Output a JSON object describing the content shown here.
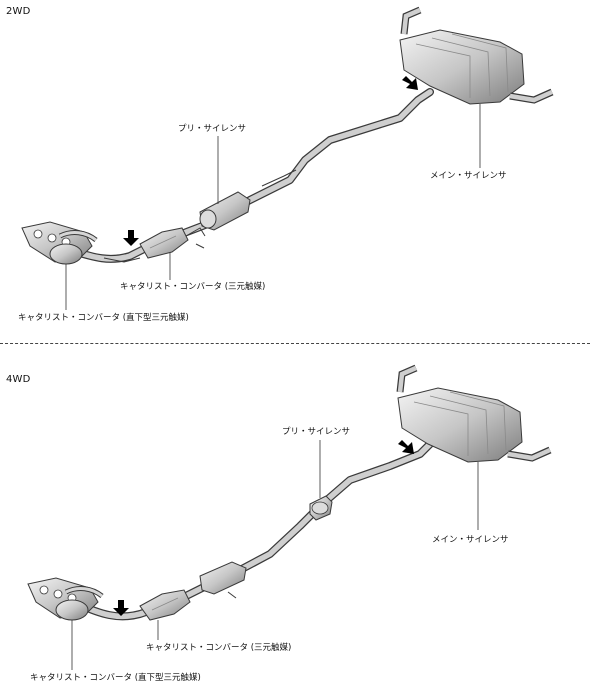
{
  "sections": [
    {
      "id": "2wd",
      "title": "2WD",
      "labels": {
        "pre_silencer": "プリ・サイレンサ",
        "main_silencer": "メイン・サイレンサ",
        "catalytic_converter": "キャタリスト・コンバータ (三元触媒)",
        "direct_catalytic_converter": "キャタリスト・コンバータ (直下型三元触媒)"
      }
    },
    {
      "id": "4wd",
      "title": "4WD",
      "labels": {
        "pre_silencer": "プリ・サイレンサ",
        "main_silencer": "メイン・サイレンサ",
        "catalytic_converter": "キャタリスト・コンバータ (三元触媒)",
        "direct_catalytic_converter": "キャタリスト・コンバータ (直下型三元触媒)"
      }
    }
  ],
  "colors": {
    "part_fill": "#cfcfcf",
    "part_dark": "#8a8a8a",
    "part_light": "#eeeeee",
    "outline": "#3a3a3a",
    "arrow": "#000000"
  },
  "icons": [
    "arrow-icon"
  ]
}
